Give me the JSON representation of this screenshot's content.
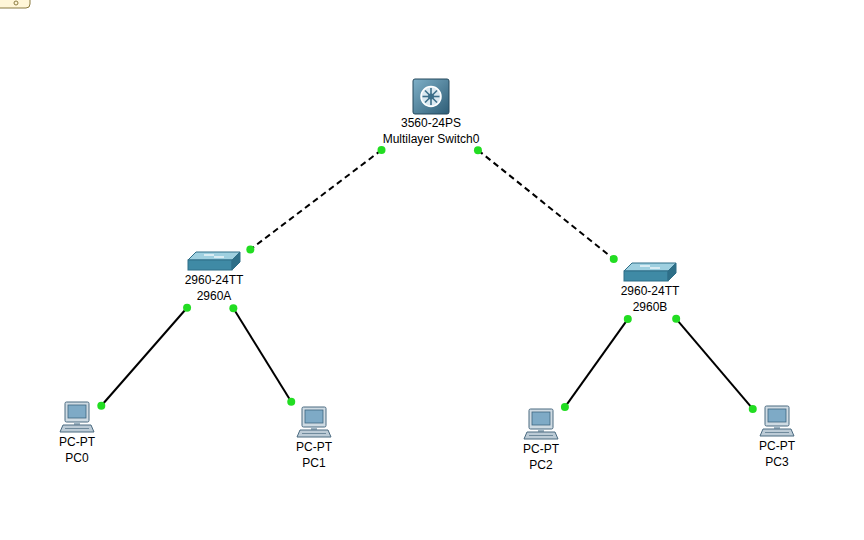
{
  "diagram": {
    "nodes": [
      {
        "text": [
          "3560-24PS",
          "Multilayer Switch0"
        ]
      },
      {
        "text": [
          "2960-24TT",
          "2960A"
        ]
      },
      {
        "text": [
          "2960-24TT",
          "2960B"
        ]
      },
      {
        "text": [
          "PC-PT",
          "PC0"
        ]
      },
      {
        "text": [
          "PC-PT",
          "PC1"
        ]
      },
      {
        "text": [
          "PC-PT",
          "PC2"
        ]
      },
      {
        "text": [
          "PC-PT",
          "PC3"
        ]
      }
    ],
    "edges": [
      {
        "from": 0,
        "to": 1,
        "arrow": "none"
      },
      {
        "from": 0,
        "to": 2,
        "arrow": "none"
      },
      {
        "from": 1,
        "to": 3,
        "arrow": "none"
      },
      {
        "from": 1,
        "to": 4,
        "arrow": "none"
      },
      {
        "from": 2,
        "to": 5,
        "arrow": "none"
      },
      {
        "from": 2,
        "to": 6,
        "arrow": "none"
      }
    ]
  }
}
